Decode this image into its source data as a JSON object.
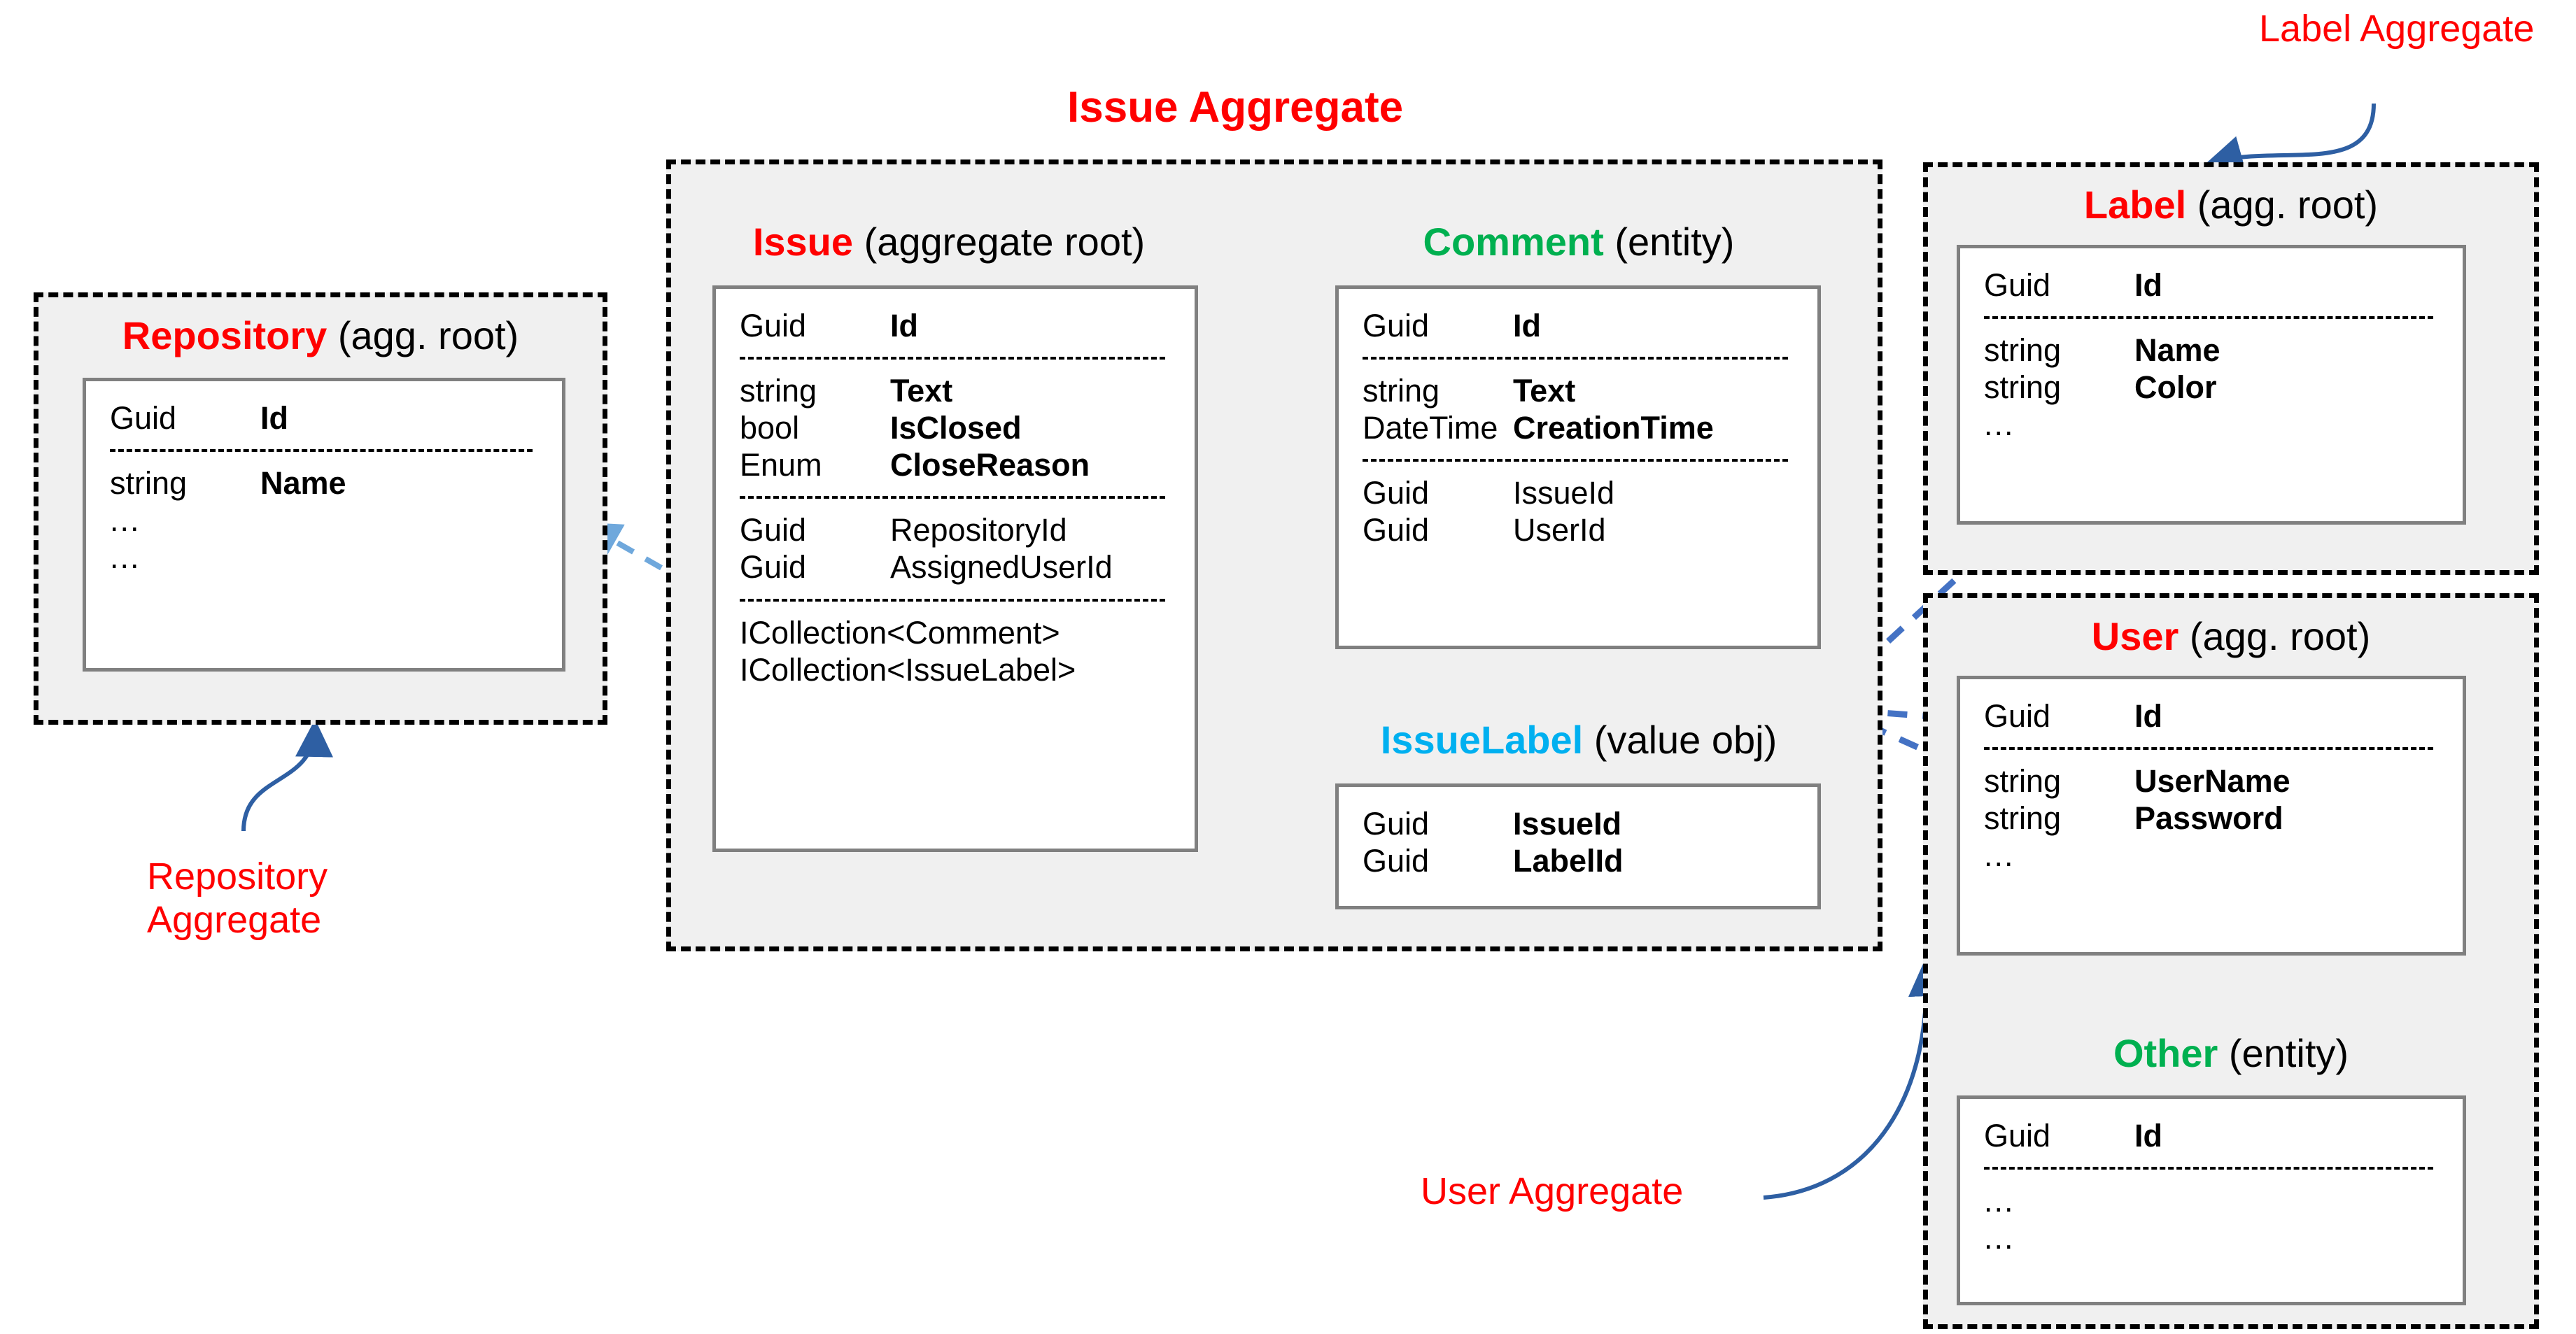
{
  "diagram": {
    "title": "Issue Aggregate",
    "colors": {
      "accent_red": "#ff0000",
      "entity_green": "#00b050",
      "value_obj_blue": "#00b0f0",
      "arrow_blue": "#4472c4",
      "arrow_light_blue": "#6fa8dc",
      "aggregate_fill": "#f0f0f0",
      "card_border": "#808080",
      "dashed_border": "#000000"
    }
  },
  "annotations": [
    {
      "id": "label-aggregate",
      "text": "Label Aggregate"
    },
    {
      "id": "repository-aggregate",
      "text": "Repository\nAggregate"
    },
    {
      "id": "user-aggregate",
      "text": "User Aggregate"
    }
  ],
  "aggregates": [
    {
      "id": "repository-aggregate-box",
      "entities": [
        {
          "id": "repository",
          "name": "Repository",
          "name_color": "red",
          "stereotype": "(agg. root)",
          "sections": [
            {
              "rows": [
                {
                  "type": "Guid",
                  "name": "Id",
                  "strong": true
                }
              ]
            },
            {
              "rows": [
                {
                  "type": "string",
                  "name": "Name",
                  "strong": true
                },
                {
                  "type": "...",
                  "name": "",
                  "ellipsis": true
                },
                {
                  "type": "...",
                  "name": "",
                  "ellipsis": true
                }
              ]
            }
          ]
        }
      ]
    },
    {
      "id": "issue-aggregate-box",
      "entities": [
        {
          "id": "issue",
          "name": "Issue",
          "name_color": "red",
          "stereotype": "(aggregate root)",
          "sections": [
            {
              "rows": [
                {
                  "type": "Guid",
                  "name": "Id",
                  "strong": true
                }
              ]
            },
            {
              "rows": [
                {
                  "type": "string",
                  "name": "Text",
                  "strong": true
                },
                {
                  "type": "bool",
                  "name": "IsClosed",
                  "strong": true
                },
                {
                  "type": "Enum",
                  "name": "CloseReason",
                  "strong": true
                }
              ]
            },
            {
              "rows": [
                {
                  "type": "Guid",
                  "name": "RepositoryId",
                  "strong": false
                },
                {
                  "type": "Guid",
                  "name": "AssignedUserId",
                  "strong": false
                }
              ]
            },
            {
              "rows": [
                {
                  "type": "ICollection<Comment>",
                  "name": "",
                  "wide": true
                },
                {
                  "type": "ICollection<IssueLabel>",
                  "name": "",
                  "wide": true
                }
              ]
            }
          ]
        },
        {
          "id": "comment",
          "name": "Comment",
          "name_color": "green",
          "stereotype": "(entity)",
          "sections": [
            {
              "rows": [
                {
                  "type": "Guid",
                  "name": "Id",
                  "strong": true
                }
              ]
            },
            {
              "rows": [
                {
                  "type": "string",
                  "name": "Text",
                  "strong": true
                },
                {
                  "type": "DateTime",
                  "name": "CreationTime",
                  "strong": true
                }
              ]
            },
            {
              "rows": [
                {
                  "type": "Guid",
                  "name": "IssueId",
                  "strong": false
                },
                {
                  "type": "Guid",
                  "name": "UserId",
                  "strong": false
                }
              ]
            }
          ]
        },
        {
          "id": "issuelabel",
          "name": "IssueLabel",
          "name_color": "blue",
          "stereotype": "(value obj)",
          "sections": [
            {
              "rows": [
                {
                  "type": "Guid",
                  "name": "IssueId",
                  "strong": true
                },
                {
                  "type": "Guid",
                  "name": "LabelId",
                  "strong": true
                }
              ]
            }
          ]
        }
      ]
    },
    {
      "id": "label-aggregate-box",
      "entities": [
        {
          "id": "label",
          "name": "Label",
          "name_color": "red",
          "stereotype": "(agg. root)",
          "sections": [
            {
              "rows": [
                {
                  "type": "Guid",
                  "name": "Id",
                  "strong": true
                }
              ]
            },
            {
              "rows": [
                {
                  "type": "string",
                  "name": "Name",
                  "strong": true
                },
                {
                  "type": "string",
                  "name": "Color",
                  "strong": true
                },
                {
                  "type": "...",
                  "name": "",
                  "ellipsis": true
                }
              ]
            }
          ]
        }
      ]
    },
    {
      "id": "user-aggregate-box",
      "entities": [
        {
          "id": "user",
          "name": "User",
          "name_color": "red",
          "stereotype": "(agg. root)",
          "sections": [
            {
              "rows": [
                {
                  "type": "Guid",
                  "name": "Id",
                  "strong": true
                }
              ]
            },
            {
              "rows": [
                {
                  "type": "string",
                  "name": "UserName",
                  "strong": true
                },
                {
                  "type": "string",
                  "name": "Password",
                  "strong": true
                },
                {
                  "type": "...",
                  "name": "",
                  "ellipsis": true
                }
              ]
            }
          ]
        },
        {
          "id": "other",
          "name": "Other",
          "name_color": "green",
          "stereotype": "(entity)",
          "sections": [
            {
              "rows": [
                {
                  "type": "Guid",
                  "name": "Id",
                  "strong": true
                }
              ]
            },
            {
              "rows": [
                {
                  "type": "...",
                  "name": "",
                  "ellipsis": true
                },
                {
                  "type": "...",
                  "name": "",
                  "ellipsis": true
                }
              ]
            }
          ]
        }
      ]
    }
  ],
  "relations": [
    {
      "id": "issue-repositoryid-to-repository",
      "from": "Issue.RepositoryId",
      "to": "Repository"
    },
    {
      "id": "issue-comments-to-comment",
      "from": "Issue.ICollection<Comment>",
      "to": "Comment"
    },
    {
      "id": "issue-labels-to-issuelabel",
      "from": "Issue.ICollection<IssueLabel>",
      "to": "IssueLabel"
    },
    {
      "id": "issue-assigneduserid-to-user",
      "from": "Issue.AssignedUserId",
      "to": "User"
    },
    {
      "id": "comment-userid-to-user",
      "from": "Comment.UserId",
      "to": "User"
    },
    {
      "id": "issuelabel-labelid-to-label",
      "from": "IssueLabel.LabelId",
      "to": "Label"
    },
    {
      "id": "user-to-other",
      "from": "User",
      "to": "Other"
    }
  ]
}
